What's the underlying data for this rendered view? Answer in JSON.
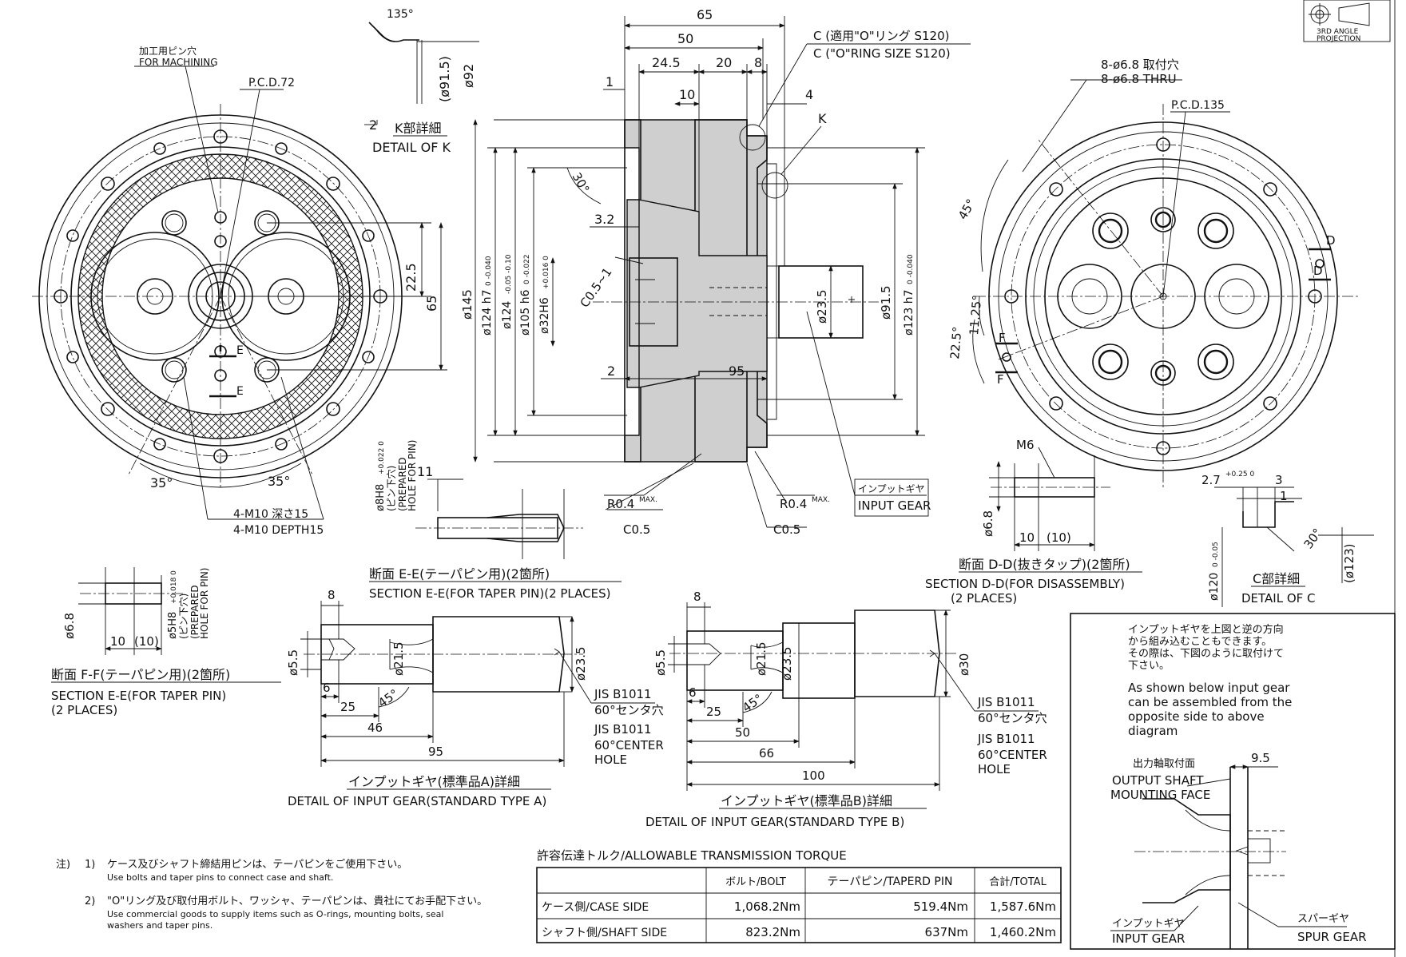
{
  "projection": {
    "label_line1": "3RD ANGLE",
    "label_line2": "PROJECTION"
  },
  "front_view": {
    "for_machining_jp": "加工用ピン穴",
    "for_machining_en": "FOR MACHINING",
    "pcd": "P.C.D.72",
    "dim_22_5": "22.5",
    "dim_65": "65",
    "angle_a": "35°",
    "angle_b": "35°",
    "e_top": "E",
    "e_bottom": "E",
    "tap_jp": "4-M10 深さ15",
    "tap_en": "4-M10 DEPTH15"
  },
  "detail_k": {
    "angle": "135°",
    "dia_a": "(ø91.5)",
    "dia_b": "ø92",
    "dim_2": "2",
    "title_jp": "K部詳細",
    "title_en": "DETAIL OF K"
  },
  "section_view": {
    "dim_65": "65",
    "dim_50": "50",
    "dim_24_5": "24.5",
    "dim_20": "20",
    "dim_8": "8",
    "dim_10": "10",
    "dim_1": "1",
    "dim_4": "4",
    "oring_jp": "C (適用\"O\"リング S120)",
    "oring_en": "C (\"O\"RING SIZE S120)",
    "k_label": "K",
    "angle_30": "30°",
    "dim_3_2": "3.2",
    "chamfer": "C0.5~1",
    "dim_2": "2",
    "dim_95": "95",
    "dia_145": "ø145",
    "dia_124h7": "ø124 h7",
    "dia_124h7_tol": "0 -0.040",
    "dia_124": "ø124",
    "dia_124_tol": "-0.05 -0.10",
    "dia_105": "ø105 h6",
    "dia_105_tol": "0 -0.022",
    "dia_32": "ø32H6",
    "dia_32_tol": "+0.016 0",
    "dia_23_5": "ø23.5",
    "dia_91_5": "ø91.5",
    "dia_123": "ø123 h7",
    "dia_123_tol": "0 -0.040",
    "r_left": "R0.4",
    "r_left_sup": "MAX.",
    "c_left": "C0.5",
    "r_right": "R0.4",
    "r_right_sup": "MAX.",
    "c_right": "C0.5",
    "input_gear_jp": "インプットギヤ",
    "input_gear_en": "INPUT GEAR"
  },
  "rear_view": {
    "thru_jp": "8-ø6.8 取付穴",
    "thru_en": "8-ø6.8 THRU",
    "pcd": "P.C.D.135",
    "angle_45": "45°",
    "angle_22_5": "22.5°",
    "angle_11_25": "11.25°",
    "d_top": "D",
    "d_bottom": "D",
    "f_top": "F",
    "f_bottom": "F"
  },
  "section_ee_small": {
    "dia_8": "ø8H8",
    "dia_8_tol": "+0.022 0",
    "pin_jp": "(ピン下穴)",
    "prepared_1": "(PREPARED",
    "prepared_2": "HOLE FOR PIN)",
    "dim_11": "11",
    "title_jp": "断面 E-E(テーパピン用)(2箇所)",
    "title_en": "SECTION E-E(FOR TAPER PIN)(2 PLACES)"
  },
  "section_dd": {
    "m6": "M6",
    "dia_6_8": "ø6.8",
    "dim_10": "10",
    "dim_10p": "(10)",
    "title_jp": "断面 D-D(抜きタップ)(2箇所)",
    "title_en_1": "SECTION D-D(FOR DISASSEMBLY)",
    "title_en_2": "(2 PLACES)"
  },
  "detail_c": {
    "dim_2_7": "2.7",
    "dim_2_7_tol": "+0.25 0",
    "dim_3": "3",
    "dim_1": "1",
    "angle": "30°",
    "dia_120": "ø120",
    "dia_120_tol": "0 -0.05",
    "dia_123": "(ø123)",
    "title_jp": "C部詳細",
    "title_en": "DETAIL OF C"
  },
  "section_ff": {
    "dia_6_8": "ø6.8",
    "dia_5": "ø5H8",
    "dia_5_tol": "+0.018 0",
    "pin_jp": "(ピン下穴)",
    "prepared_1": "(PREPARED",
    "prepared_2": "HOLE FOR PIN)",
    "dim_10": "10",
    "dim_10p": "(10)",
    "title_jp": "断面 F-F(テーパピン用)(2箇所)",
    "title_en_1": "SECTION E-E(FOR TAPER PIN)",
    "title_en_2": "(2 PLACES)"
  },
  "gear_a": {
    "dim_8": "8",
    "dia_5_5": "ø5.5",
    "dia_21_5": "ø21.5",
    "dia_23_5": "ø23.5",
    "dim_6": "6",
    "dim_25": "25",
    "angle": "45°",
    "dim_46": "46",
    "dim_95": "95",
    "jis_1": "JIS B1011",
    "jis_2": "60°センタ穴",
    "jis_3": "JIS B1011",
    "jis_4": "60°CENTER",
    "jis_5": "HOLE",
    "title_jp": "インプットギヤ(標準品A)詳細",
    "title_en": "DETAIL OF INPUT GEAR(STANDARD TYPE A)"
  },
  "gear_b": {
    "dim_8": "8",
    "dia_5_5": "ø5.5",
    "dia_21_5": "ø21.5",
    "dia_23_5": "ø23.5",
    "dia_30": "ø30",
    "dim_6": "6",
    "dim_25": "25",
    "angle": "45°",
    "dim_50": "50",
    "dim_66": "66",
    "dim_100": "100",
    "jis_1": "JIS B1011",
    "jis_2": "60°センタ穴",
    "jis_3": "JIS B1011",
    "jis_4": "60°CENTER",
    "jis_5": "HOLE",
    "title_jp": "インプットギヤ(標準品B)詳細",
    "title_en": "DETAIL OF INPUT GEAR(STANDARD TYPE B)"
  },
  "notes": {
    "prefix": "注)",
    "n1_num": "1)",
    "n1_jp": "ケース及びシャフト締結用ピンは、テーパピンをご使用下さい。",
    "n1_en": "Use bolts and taper pins to connect case and shaft.",
    "n2_num": "2)",
    "n2_jp": "\"O\"リング及び取付用ボルト、ワッシャ、テーパピンは、貴社にてお手配下さい。",
    "n2_en_1": "Use commercial goods to supply items such as O-rings, mounting bolts, seal",
    "n2_en_2": "washers and taper pins."
  },
  "torque_table": {
    "title": "許容伝達トルク/ALLOWABLE TRANSMISSION TORQUE",
    "headers": [
      "",
      "ボルト/BOLT",
      "テーパピン/TAPERD PIN",
      "合計/TOTAL"
    ],
    "rows": [
      [
        "ケース側/CASE SIDE",
        "1,068.2Nm",
        "519.4Nm",
        "1,587.6Nm"
      ],
      [
        "シャフト側/SHAFT SIDE",
        "823.2Nm",
        "637Nm",
        "1,460.2Nm"
      ]
    ]
  },
  "reverse_note": {
    "jp_1": "インプットギヤを上図と逆の方向",
    "jp_2": "から組み込むこともできます。",
    "jp_3": "その際は、下図のように取付けて",
    "jp_4": "下さい。",
    "en_1": "As shown below input gear",
    "en_2": "can be assembled from the",
    "en_3": "opposite side to above",
    "en_4": "diagram",
    "face_jp": "出力軸取付面",
    "face_en_1": "OUTPUT SHAFT",
    "face_en_2": "MOUNTING FACE",
    "dim_9_5": "9.5",
    "input_jp": "インプットギヤ",
    "input_en": "INPUT GEAR",
    "spur_jp": "スパーギヤ",
    "spur_en": "SPUR GEAR"
  }
}
